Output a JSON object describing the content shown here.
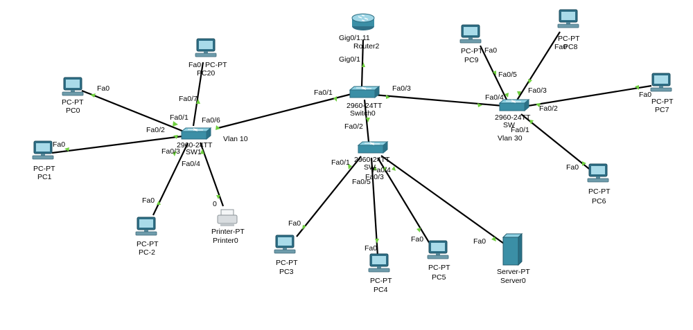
{
  "devices": {
    "router2": {
      "type_label": "",
      "name": "Router2"
    },
    "switch0": {
      "type_label": "2960-24TT",
      "name": "Switch0"
    },
    "sw1": {
      "type_label": "2960-24TT",
      "name": "SW1"
    },
    "sw_left": {
      "type_label": "2960-24TT",
      "name": "SW1"
    },
    "sw_right": {
      "type_label": "2960-24TT",
      "name": "SW"
    },
    "pc0": {
      "type_label": "PC-PT",
      "name": "PC0"
    },
    "pc1": {
      "type_label": "PC-PT",
      "name": "PC1"
    },
    "pc2": {
      "type_label": "PC-PT",
      "name": "PC-2"
    },
    "pc20": {
      "type_label": "PC-PT",
      "name": "PC20"
    },
    "printer0": {
      "type_label": "Printer-PT",
      "name": "Printer0"
    },
    "pc3": {
      "type_label": "PC-PT",
      "name": "PC3"
    },
    "pc4": {
      "type_label": "PC-PT",
      "name": "PC4"
    },
    "pc5": {
      "type_label": "PC-PT",
      "name": "PC5"
    },
    "server0": {
      "type_label": "Server-PT",
      "name": "Server0"
    },
    "pc9": {
      "type_label": "PC-PT",
      "name": "PC9"
    },
    "pc8": {
      "type_label": "PC-PT",
      "name": "PC8"
    },
    "pc7": {
      "type_label": "PC-PT",
      "name": "PC7"
    },
    "pc6": {
      "type_label": "PC-PT",
      "name": "PC6"
    }
  },
  "vlans": {
    "left": "Vlan 10",
    "right": "Vlan 30"
  },
  "ports": {
    "r_gig011": "Gig0/1.11",
    "r_gig01": "Gig0/1",
    "s0_fa01": "Fa0/1",
    "s0_fa03": "Fa0/3",
    "s0_fa02": "Fa0/2",
    "fa0": "Fa0",
    "l_fa01": "Fa0/1",
    "l_fa02": "Fa0/2",
    "l_fa03": "Fa0/3",
    "l_fa04": "Fa0/4",
    "l_fa06": "Fa0/6",
    "l_fa07": "Fa0/7",
    "printer_port": "0",
    "m_fa01": "Fa0/1",
    "m_fa04": "Fa0/4",
    "m_fa03": "Fa0/3",
    "m_fa05": "Fa0/5",
    "r_fa05": "Fa0/5",
    "r_fa04": "Fa0/4",
    "r_fa03": "Fa0/3",
    "r_fa02": "Fa0/2",
    "r_fa01": "Fa0/1"
  },
  "colors": {
    "link": "#000000",
    "port_indicator": "#6fcf3f",
    "device": "#3b8fa6",
    "background": "#ffffff"
  }
}
